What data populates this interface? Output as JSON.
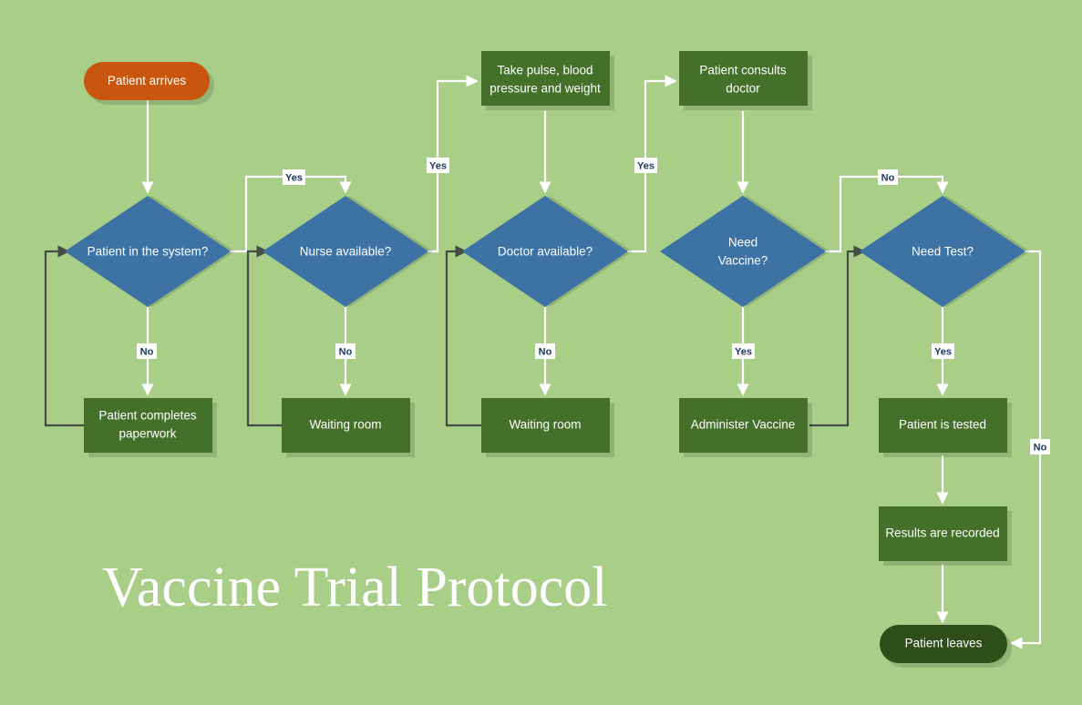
{
  "diagram": {
    "title": "Vaccine Trial Protocol",
    "background_color": "#a8ce88",
    "colors": {
      "start_fill": "#c8560f",
      "decision_fill": "#3c73a4",
      "process_fill": "#44702a",
      "end_fill": "#2e4f1a",
      "flow_white": "#ffffff",
      "flow_dark": "#444c44",
      "label_text": "#1f3864",
      "node_text": "#ffffff"
    },
    "nodes": {
      "start": {
        "label": "Patient arrives",
        "shape": "terminator"
      },
      "patient_in_system": {
        "label": "Patient in the system?",
        "shape": "decision"
      },
      "patient_completes_paperwork": {
        "label_line1": "Patient completes",
        "label_line2": "paperwork",
        "shape": "process"
      },
      "nurse_available": {
        "label": "Nurse available?",
        "shape": "decision"
      },
      "waiting_room_1": {
        "label": "Waiting room",
        "shape": "process"
      },
      "take_vitals": {
        "label_line1": "Take pulse, blood",
        "label_line2": "pressure and weight",
        "shape": "process"
      },
      "doctor_available": {
        "label": "Doctor available?",
        "shape": "decision"
      },
      "waiting_room_2": {
        "label": "Waiting room",
        "shape": "process"
      },
      "patient_consults_doctor": {
        "label_line1": "Patient consults",
        "label_line2": "doctor",
        "shape": "process"
      },
      "need_vaccine": {
        "label_line1": "Need",
        "label_line2": "Vaccine?",
        "shape": "decision"
      },
      "administer_vaccine": {
        "label": "Administer Vaccine",
        "shape": "process"
      },
      "need_test": {
        "label": "Need Test?",
        "shape": "decision"
      },
      "patient_is_tested": {
        "label": "Patient is tested",
        "shape": "process"
      },
      "results_are_recorded": {
        "label": "Results are recorded",
        "shape": "process"
      },
      "end": {
        "label": "Patient leaves",
        "shape": "terminator"
      }
    },
    "edge_labels": {
      "system_yes": "Yes",
      "system_no": "No",
      "nurse_yes": "Yes",
      "nurse_no": "No",
      "doctor_yes": "Yes",
      "doctor_no": "No",
      "vaccine_yes": "Yes",
      "vaccine_no": "No",
      "test_yes": "Yes",
      "test_no": "No"
    }
  }
}
